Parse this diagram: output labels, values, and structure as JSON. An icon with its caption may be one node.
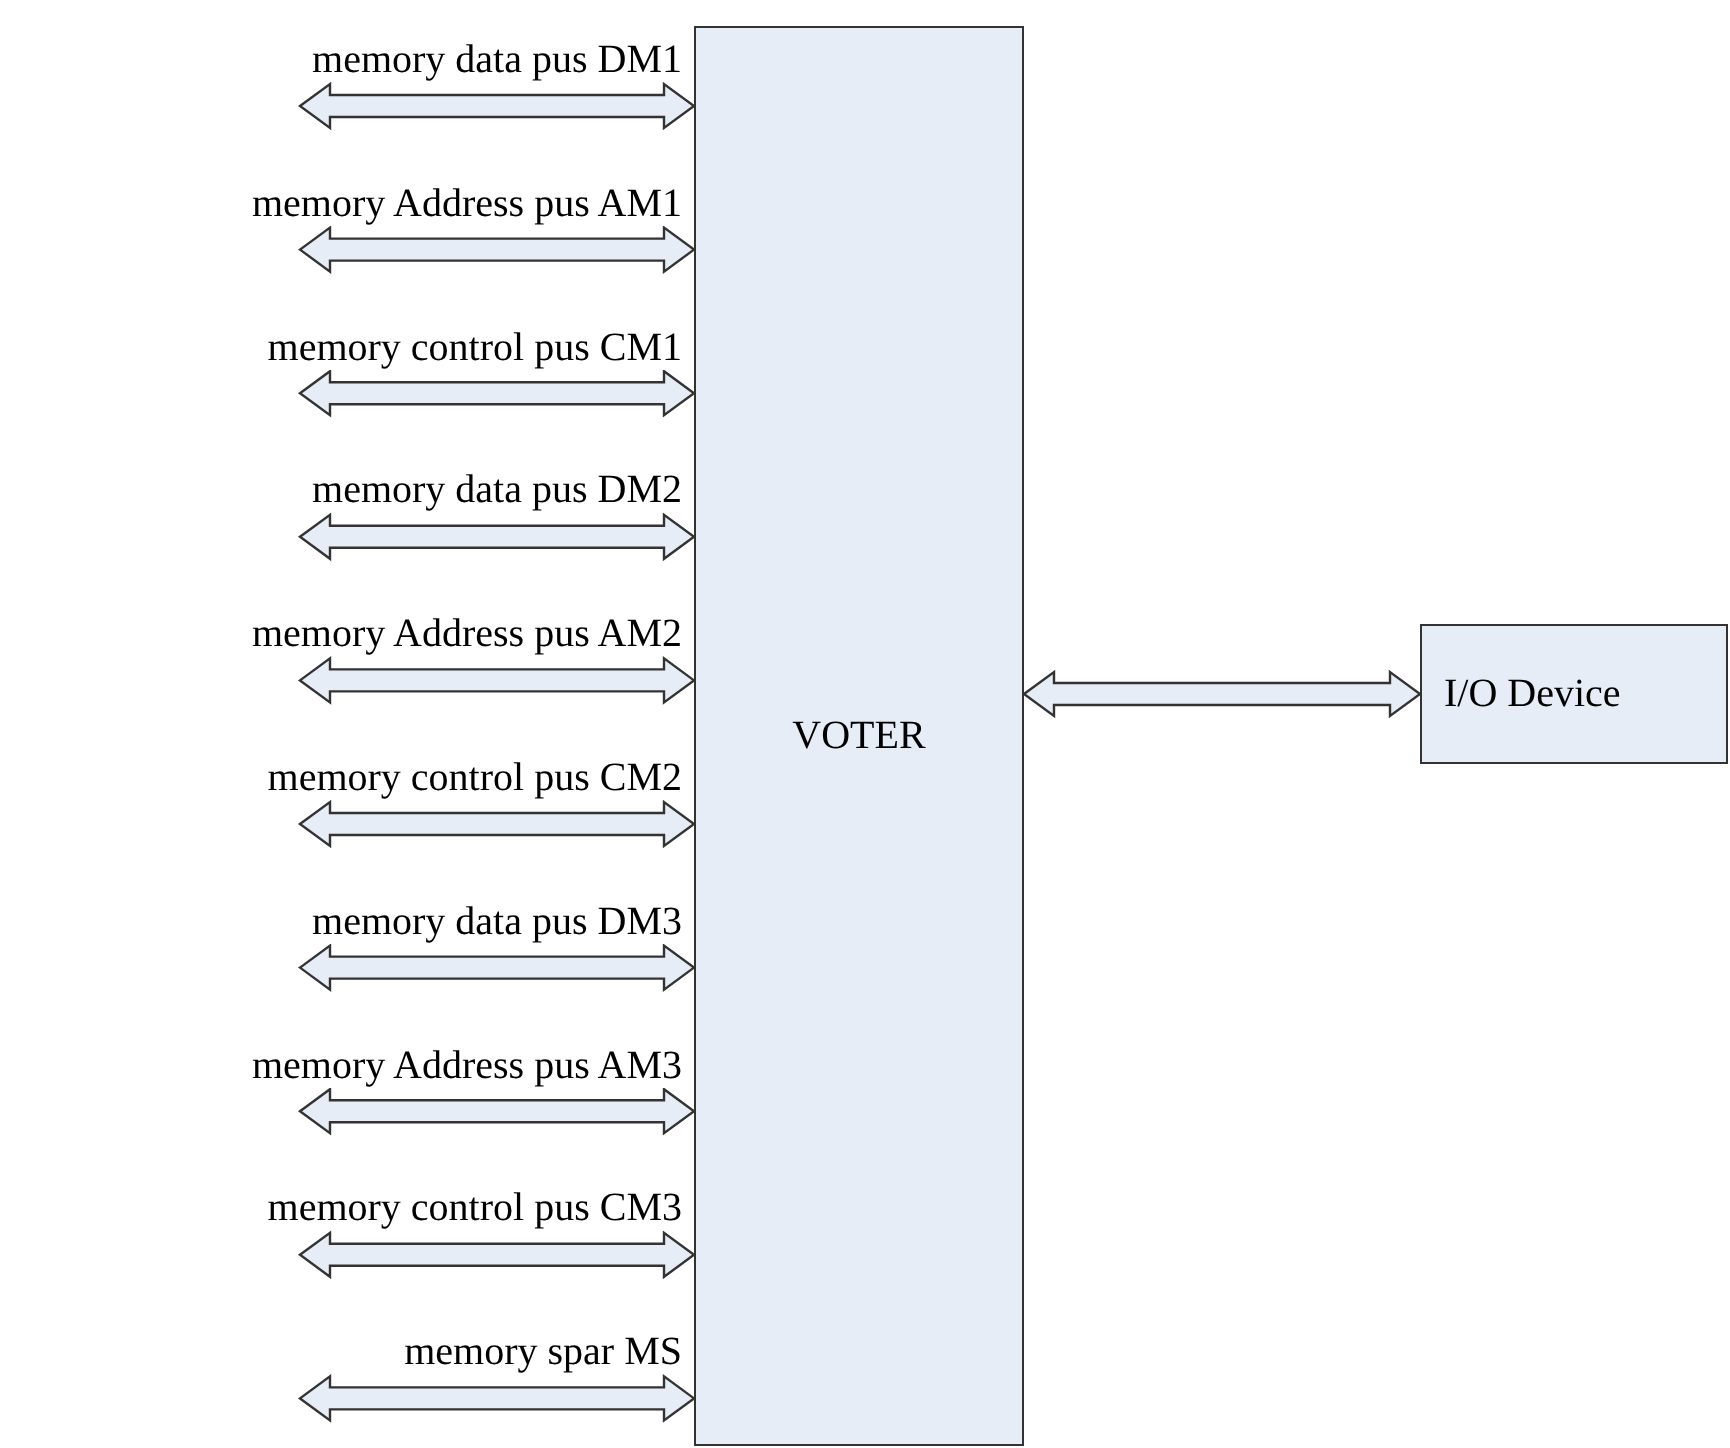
{
  "diagram": {
    "nodes": [
      {
        "text": [
          "VOTER"
        ]
      },
      {
        "text": [
          "I/O Device"
        ]
      }
    ],
    "edges": [
      {
        "from": null,
        "to": 0,
        "arrow": "both",
        "label": "memory data pus DM1"
      },
      {
        "from": null,
        "to": 0,
        "arrow": "both",
        "label": "memory Address pus AM1"
      },
      {
        "from": null,
        "to": 0,
        "arrow": "both",
        "label": "memory control pus CM1"
      },
      {
        "from": null,
        "to": 0,
        "arrow": "both",
        "label": "memory data pus DM2"
      },
      {
        "from": null,
        "to": 0,
        "arrow": "both",
        "label": "memory Address pus AM2"
      },
      {
        "from": null,
        "to": 0,
        "arrow": "both",
        "label": "memory control pus CM2"
      },
      {
        "from": null,
        "to": 0,
        "arrow": "both",
        "label": "memory data pus DM3"
      },
      {
        "from": null,
        "to": 0,
        "arrow": "both",
        "label": "memory Address pus AM3"
      },
      {
        "from": null,
        "to": 0,
        "arrow": "both",
        "label": "memory control pus CM3"
      },
      {
        "from": null,
        "to": 0,
        "arrow": "both",
        "label": "memory spar MS"
      },
      {
        "from": 0,
        "to": 1,
        "arrow": "both"
      }
    ]
  }
}
